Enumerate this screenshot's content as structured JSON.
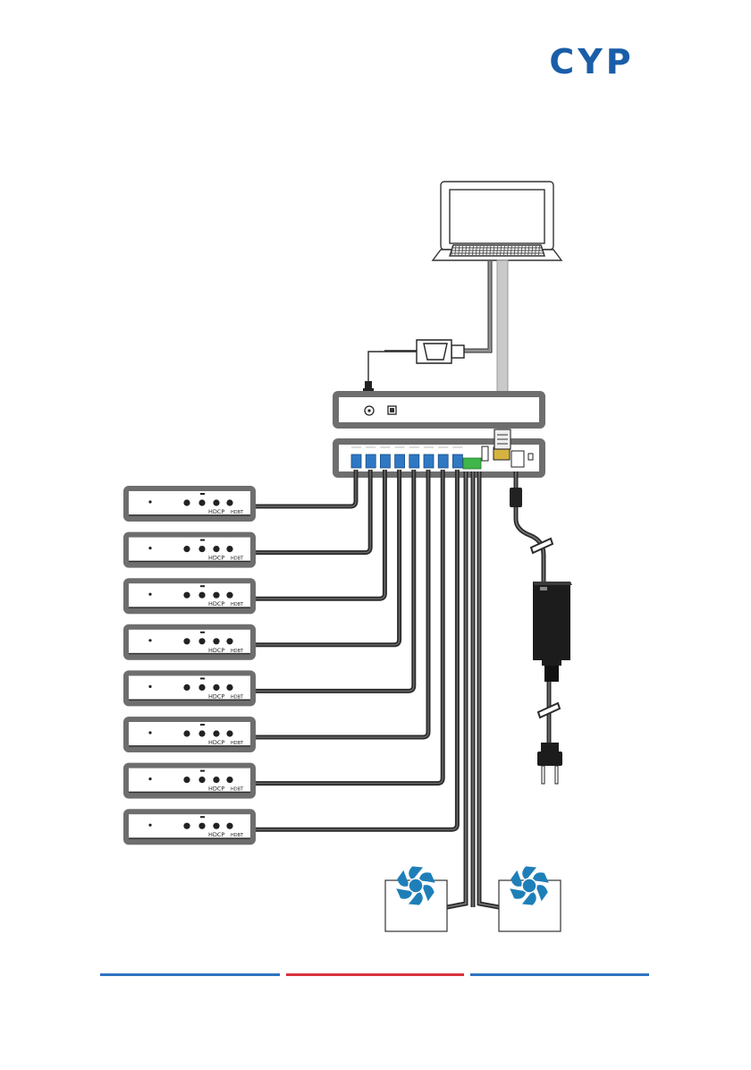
{
  "brand": {
    "logo_text": "CYP",
    "logo_color": "#1a5ea8"
  },
  "receivers": {
    "count": 8,
    "port_label": "HDCP",
    "connector_label": "HDBT"
  },
  "colors": {
    "device_border": "#6e6e6e",
    "device_face": "#ffffff",
    "cable": "#2b2b2b",
    "cable_highlight": "#6a6a6a",
    "rj45": "#2f78c4",
    "terminal": "#3fb54a",
    "fan_blade": "#1e7fb8",
    "power_adapter": "#1c1c1c",
    "footer_left": "#2f73c2",
    "footer_mid": "#d8323c",
    "footer_right": "#2f73c2"
  },
  "icons": {
    "laptop": "laptop-icon",
    "rs232": "db9-connector-icon",
    "lan": "rj45-connector-icon",
    "power": "power-adapter-icon",
    "plug": "ac-plug-icon",
    "fan": "fan-icon"
  }
}
